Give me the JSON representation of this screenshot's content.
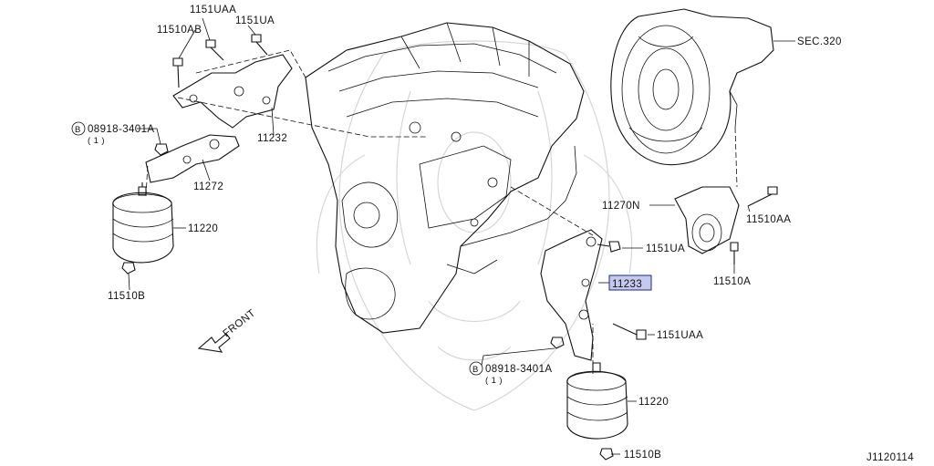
{
  "diagram": {
    "code": "J1120114",
    "front_label": "FRONT",
    "highlight_color": "#c5c9ef",
    "labels": {
      "p_1151uaa_top": "1151UAA",
      "p_1151ua_top": "1151UA",
      "p_11510ab": "11510AB",
      "p_b_top": "08918-3401A",
      "p_b_top_sub": "( 1 )",
      "p_11232": "11232",
      "p_11272": "11272",
      "p_11220_left": "11220",
      "p_11510b_left": "11510B",
      "p_sec320": "SEC.320",
      "p_11270n": "11270N",
      "p_11510aa": "11510AA",
      "p_11510a": "11510A",
      "p_1151ua_mid": "1151UA",
      "p_11233": "11233",
      "p_1151uaa_mid": "1151UAA",
      "p_b_bottom": "08918-3401A",
      "p_b_bottom_sub": "( 1 )",
      "p_11220_right": "11220",
      "p_11510b_right": "11510B"
    }
  }
}
